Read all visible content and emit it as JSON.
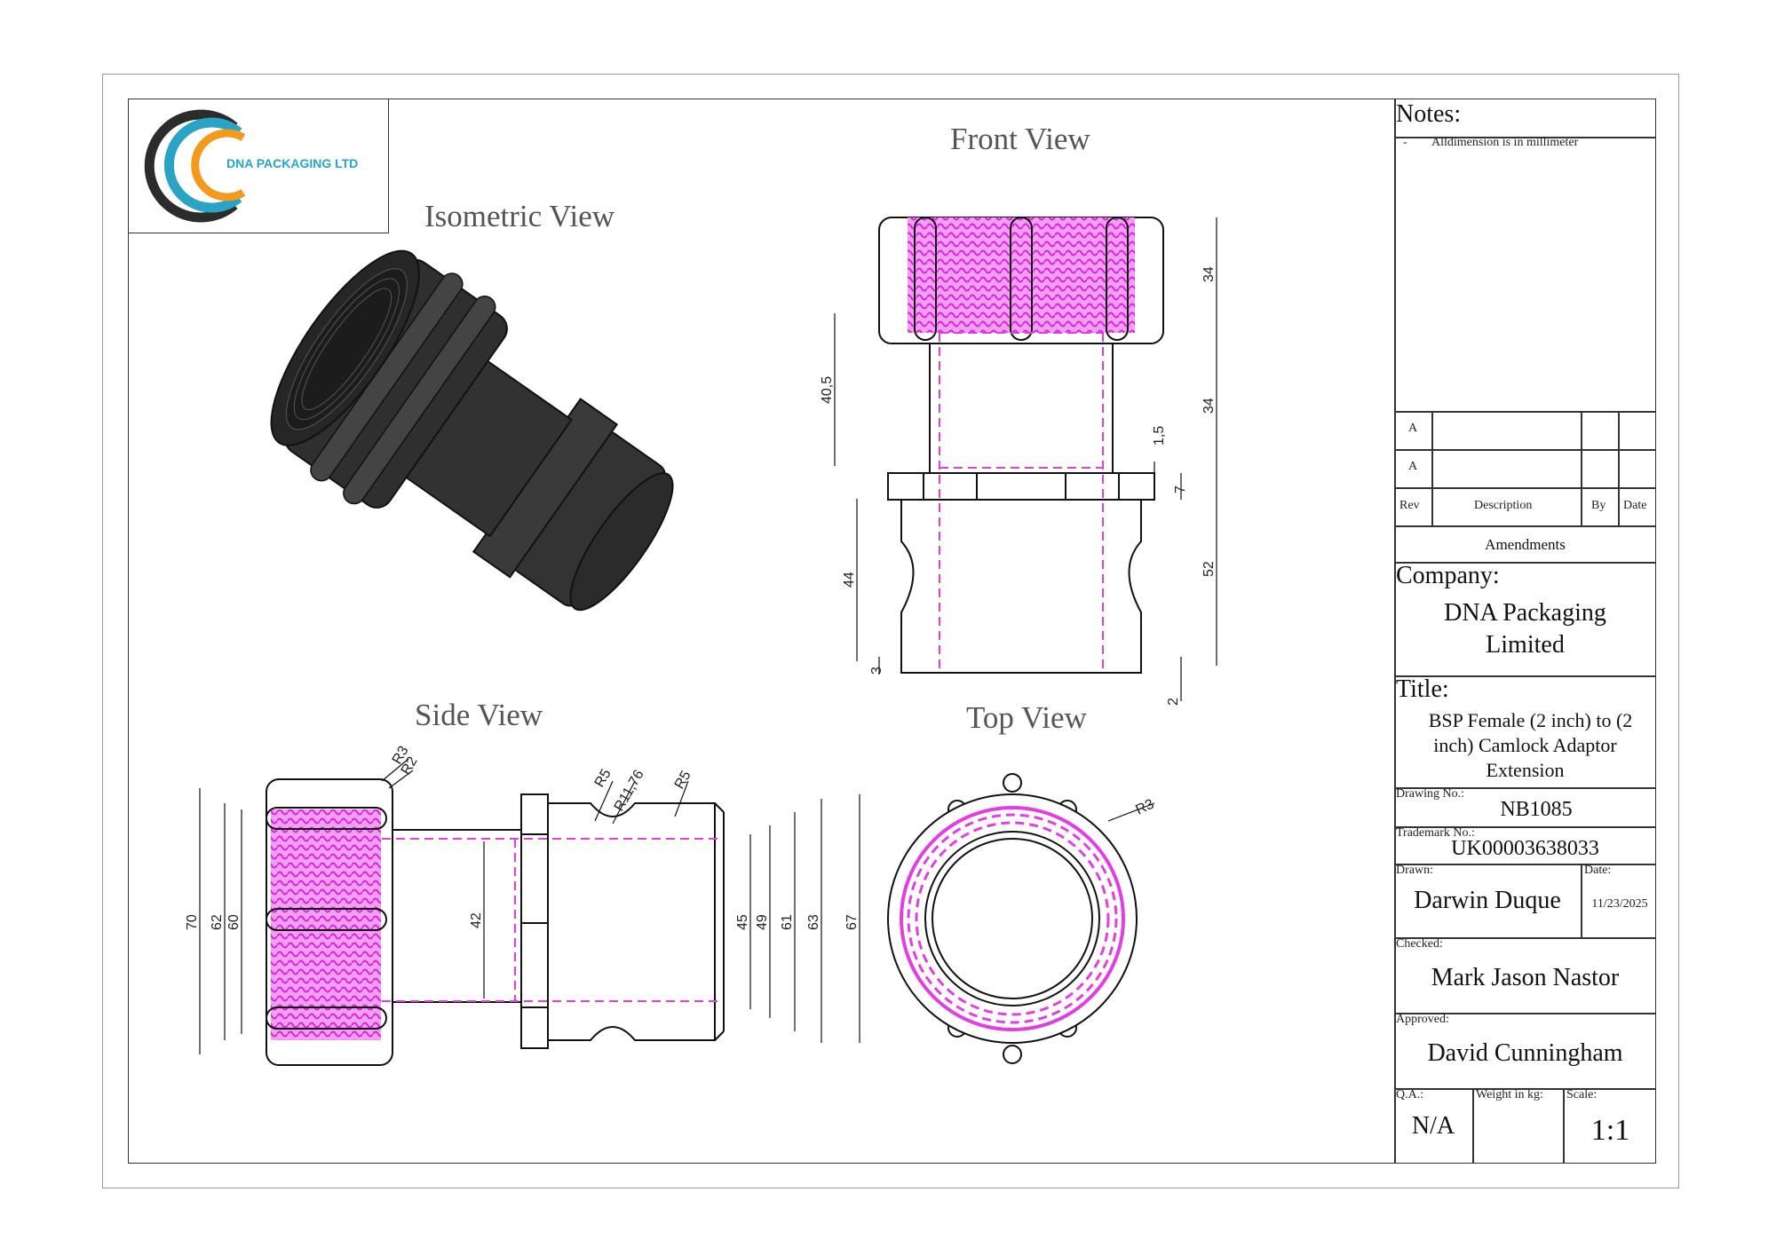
{
  "logo": {
    "company_text": "DNA PACKAGING LTD",
    "colors": {
      "blue": "#2aa3c4",
      "orange": "#f39a1e",
      "dark": "#2c2c2c"
    }
  },
  "views": {
    "isometric": "Isometric View",
    "front": "Front View",
    "side": "Side View",
    "top": "Top View"
  },
  "dimensions": {
    "front": [
      "34",
      "34",
      "40,5",
      "1,5",
      "7",
      "52",
      "44",
      "3",
      "2"
    ],
    "side": [
      "R3",
      "R2",
      "R5",
      "R11,76",
      "R5",
      "70",
      "62",
      "60",
      "42",
      "45",
      "49",
      "61",
      "63"
    ],
    "top": [
      "R3",
      "67"
    ]
  },
  "notes": {
    "heading": "Notes:",
    "items": [
      {
        "bullet": "-",
        "text": "Alldimension is in millimeter"
      }
    ]
  },
  "revisions": {
    "rows": [
      {
        "rev": "A"
      },
      {
        "rev": "A"
      }
    ],
    "headers": {
      "rev": "Rev",
      "description": "Description",
      "by": "By",
      "date": "Date"
    },
    "caption": "Amendments"
  },
  "company": {
    "label": "Company:",
    "name_line1": "DNA Packaging",
    "name_line2": "Limited"
  },
  "title": {
    "label": "Title:",
    "line1": "BSP Female (2 inch) to (2",
    "line2": "inch) Camlock Adaptor",
    "line3": "Extension"
  },
  "drawing_no": {
    "label": "Drawing No.:",
    "value": "NB1085"
  },
  "trademark_no": {
    "label": "Trademark No.:",
    "value": "UK00003638033"
  },
  "drawn": {
    "label": "Drawn:",
    "value": "Darwin Duque",
    "date_label": "Date:",
    "date": "11/23/2025"
  },
  "checked": {
    "label": "Checked:",
    "value": "Mark Jason Nastor"
  },
  "approved": {
    "label": "Approved:",
    "value": "David Cunningham"
  },
  "qa": {
    "label": "Q.A.:",
    "value": "N/A"
  },
  "weight": {
    "label": "Weight in kg:",
    "value": ""
  },
  "scale": {
    "label": "Scale:",
    "value": "1:1"
  },
  "colors": {
    "hidden_lines": "#e040e0",
    "thread_fill": "#e650e6",
    "part_body": "#3a3a3a"
  }
}
